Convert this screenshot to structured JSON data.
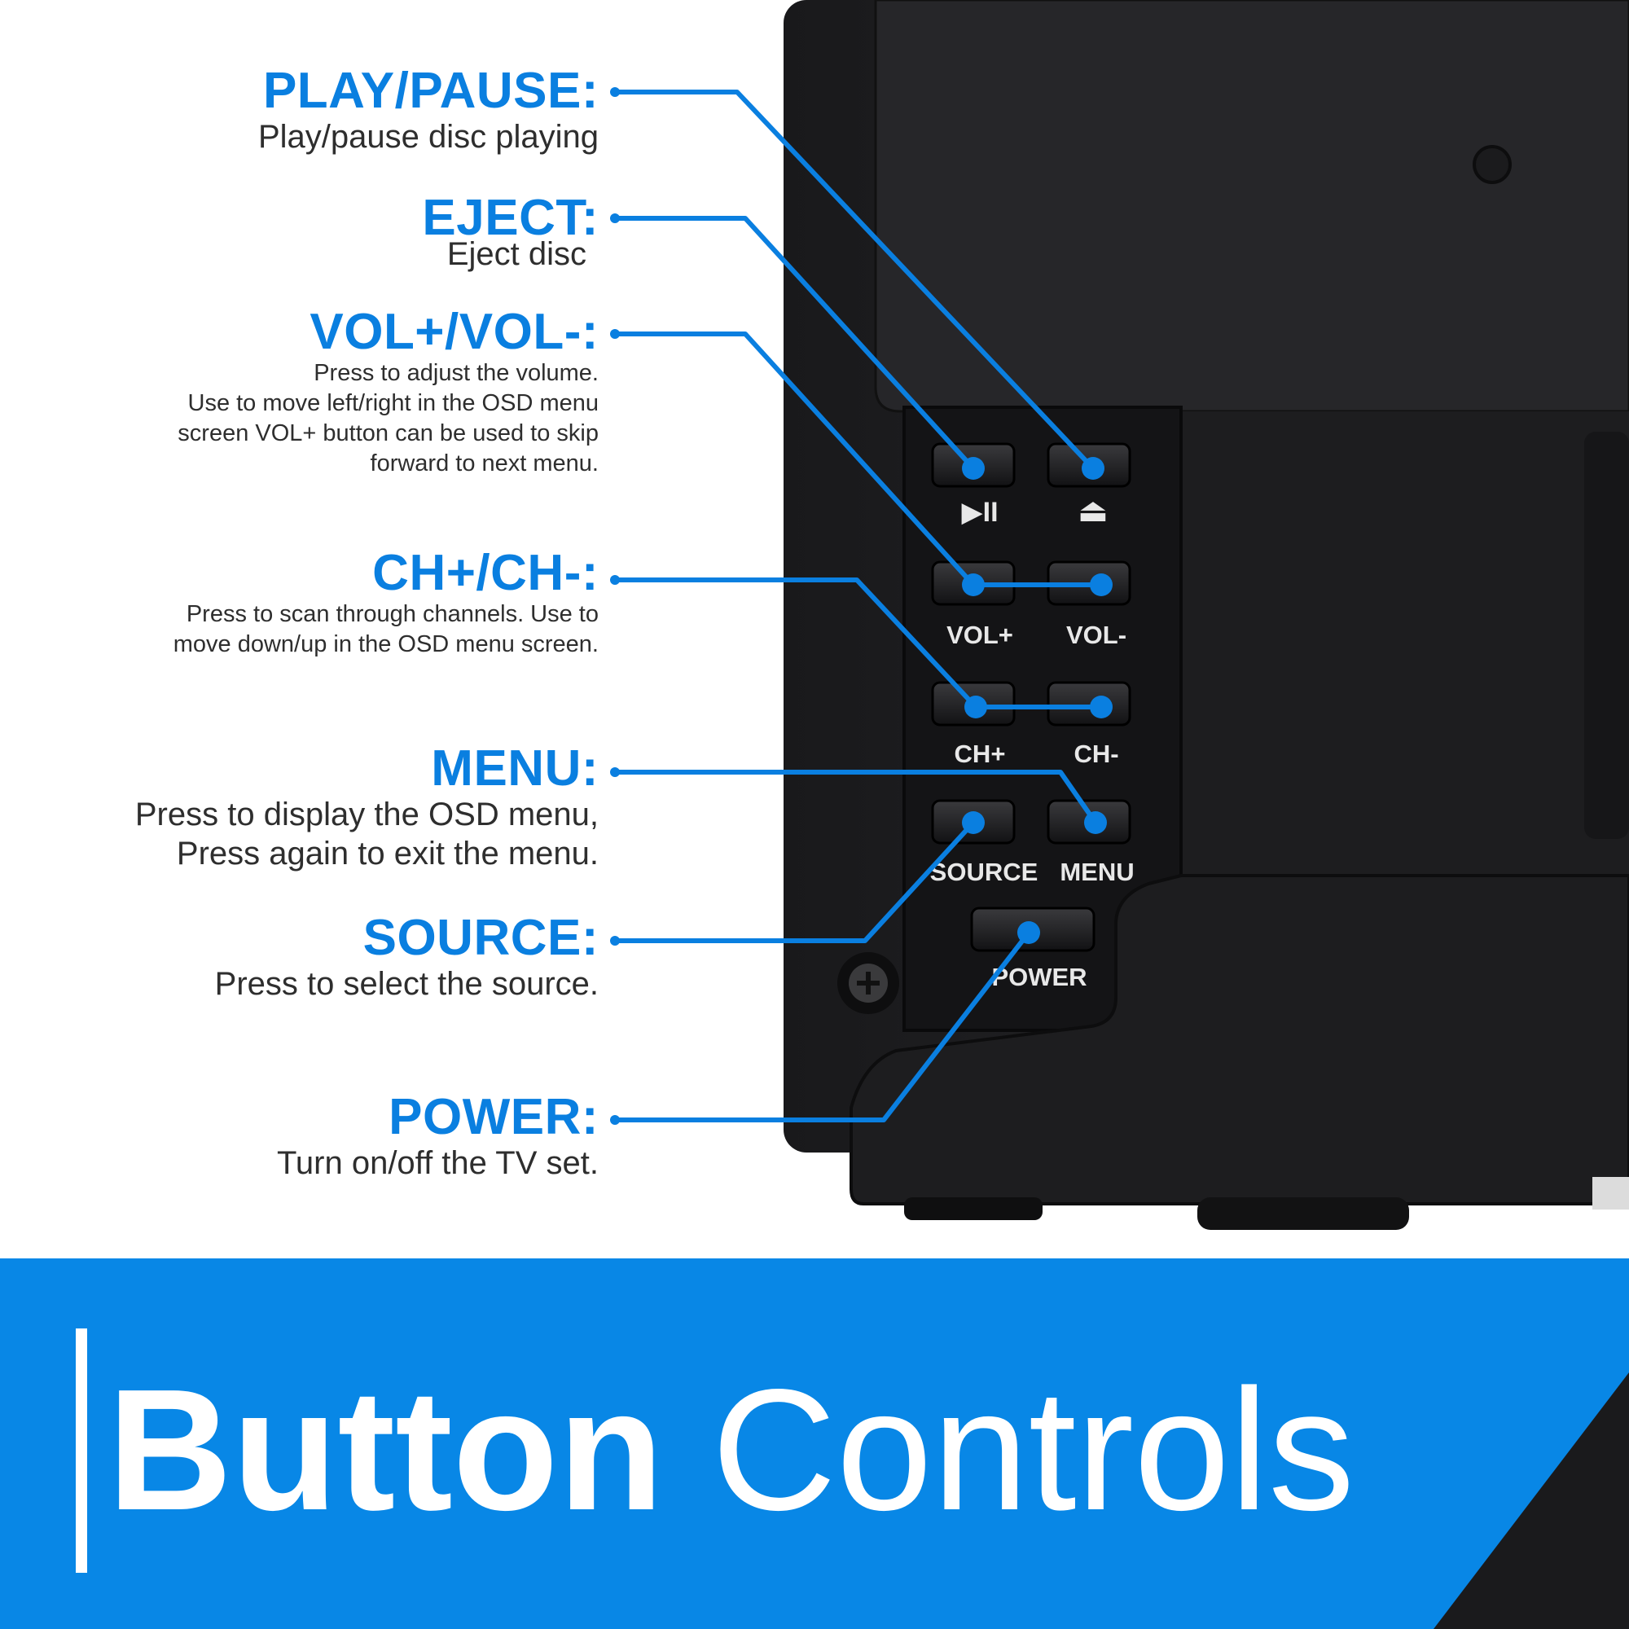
{
  "colors": {
    "accent": "#0a7fe0",
    "banner": "#0887e6",
    "device": "#1f1f21",
    "panel": "#141416",
    "text": "#2e2e2e"
  },
  "callouts": [
    {
      "id": "play-pause",
      "title": "PLAY/PAUSE:",
      "desc": "Play/pause disc playing"
    },
    {
      "id": "eject",
      "title": "EJECT:",
      "desc": "Eject disc"
    },
    {
      "id": "vol",
      "title": "VOL+/VOL-:",
      "desc": "Press to adjust the volume.\nUse to move left/right in the OSD menu\nscreen VOL+ button can be used to skip\nforward to next menu."
    },
    {
      "id": "ch",
      "title": "CH+/CH-:",
      "desc": "Press to scan through channels. Use to\nmove down/up in the OSD menu screen."
    },
    {
      "id": "menu",
      "title": "MENU:",
      "desc": "Press to display the OSD menu,\nPress again to exit the menu."
    },
    {
      "id": "source",
      "title": "SOURCE:",
      "desc": "Press to select the source."
    },
    {
      "id": "power",
      "title": "POWER:",
      "desc": "Turn on/off the TV set."
    }
  ],
  "panel_labels": {
    "play_pause_glyph": "▶II",
    "eject_glyph": "⏏",
    "vol_plus": "VOL+",
    "vol_minus": "VOL-",
    "ch_plus": "CH+",
    "ch_minus": "CH-",
    "source": "SOURCE",
    "menu": "MENU",
    "power": "POWER"
  },
  "banner": {
    "title_bold": "Button",
    "title_regular": "Controls"
  }
}
